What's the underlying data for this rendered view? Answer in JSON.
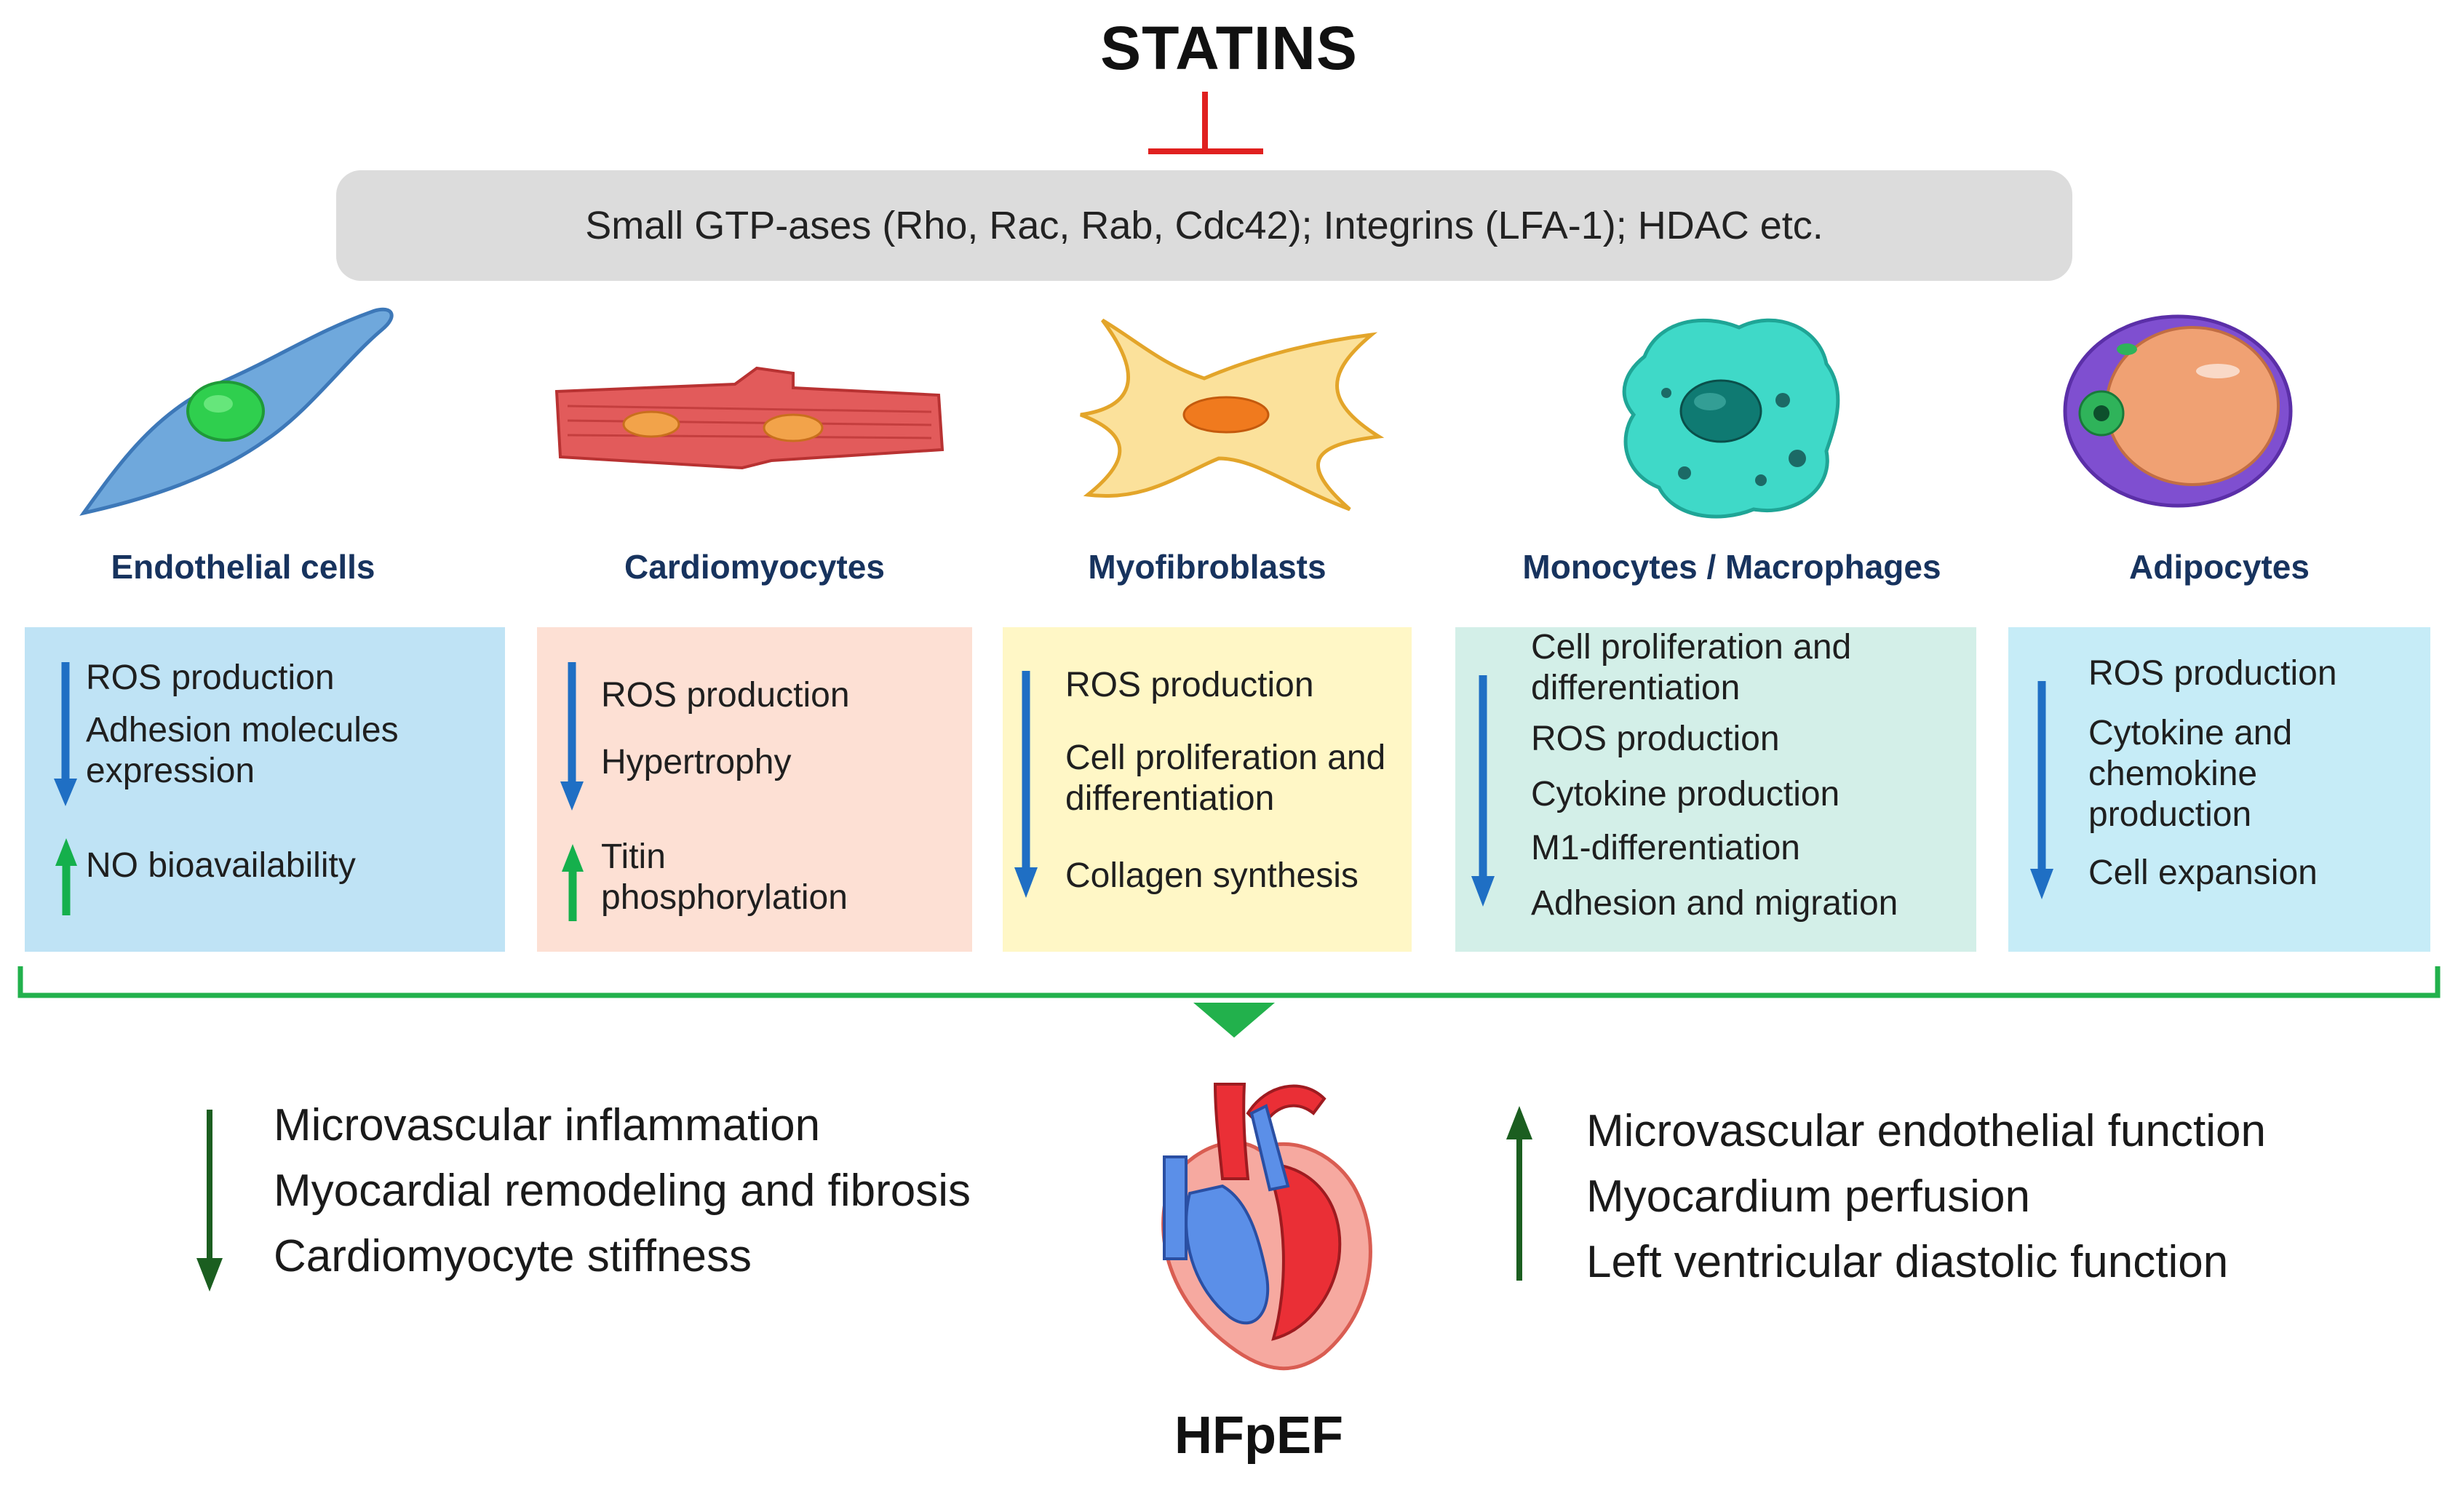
{
  "title": "STATINS",
  "targets": "Small GTP-ases (Rho, Rac, Rab, Cdc42); Integrins (LFA-1); HDAC etc.",
  "cells": [
    {
      "name": "Endothelial cells",
      "down": [
        "ROS production",
        "Adhesion molecules expression"
      ],
      "up": [
        "NO bioavailability"
      ]
    },
    {
      "name": "Cardiomyocytes",
      "down": [
        "ROS production",
        "Hypertrophy"
      ],
      "up": [
        "Titin phosphorylation"
      ]
    },
    {
      "name": "Myofibroblasts",
      "down": [
        "ROS production",
        "Cell proliferation and differentiation",
        "Collagen synthesis"
      ]
    },
    {
      "name": "Monocytes / Macrophages",
      "down": [
        "Cell proliferation and differentiation",
        "ROS production",
        "Cytokine production",
        "M1-differentiation",
        "Adhesion and migration"
      ]
    },
    {
      "name": "Adipocytes",
      "down": [
        "ROS production",
        "Cytokine and chemokine production",
        "Cell expansion"
      ]
    }
  ],
  "outcomes_down": [
    "Microvascular inflammation",
    "Myocardial remodeling and fibrosis",
    "Cardiomyocyte stiffness"
  ],
  "outcomes_up": [
    "Microvascular endothelial function",
    "Myocardium perfusion",
    "Left ventricular diastolic function"
  ],
  "result": "HFpEF",
  "colors": {
    "inhibit": "#e0201f",
    "down_arrow": "#1f6fc4",
    "up_arrow": "#15b04c",
    "bracket": "#22b14c",
    "outcome_arrow": "#1b5e20"
  }
}
